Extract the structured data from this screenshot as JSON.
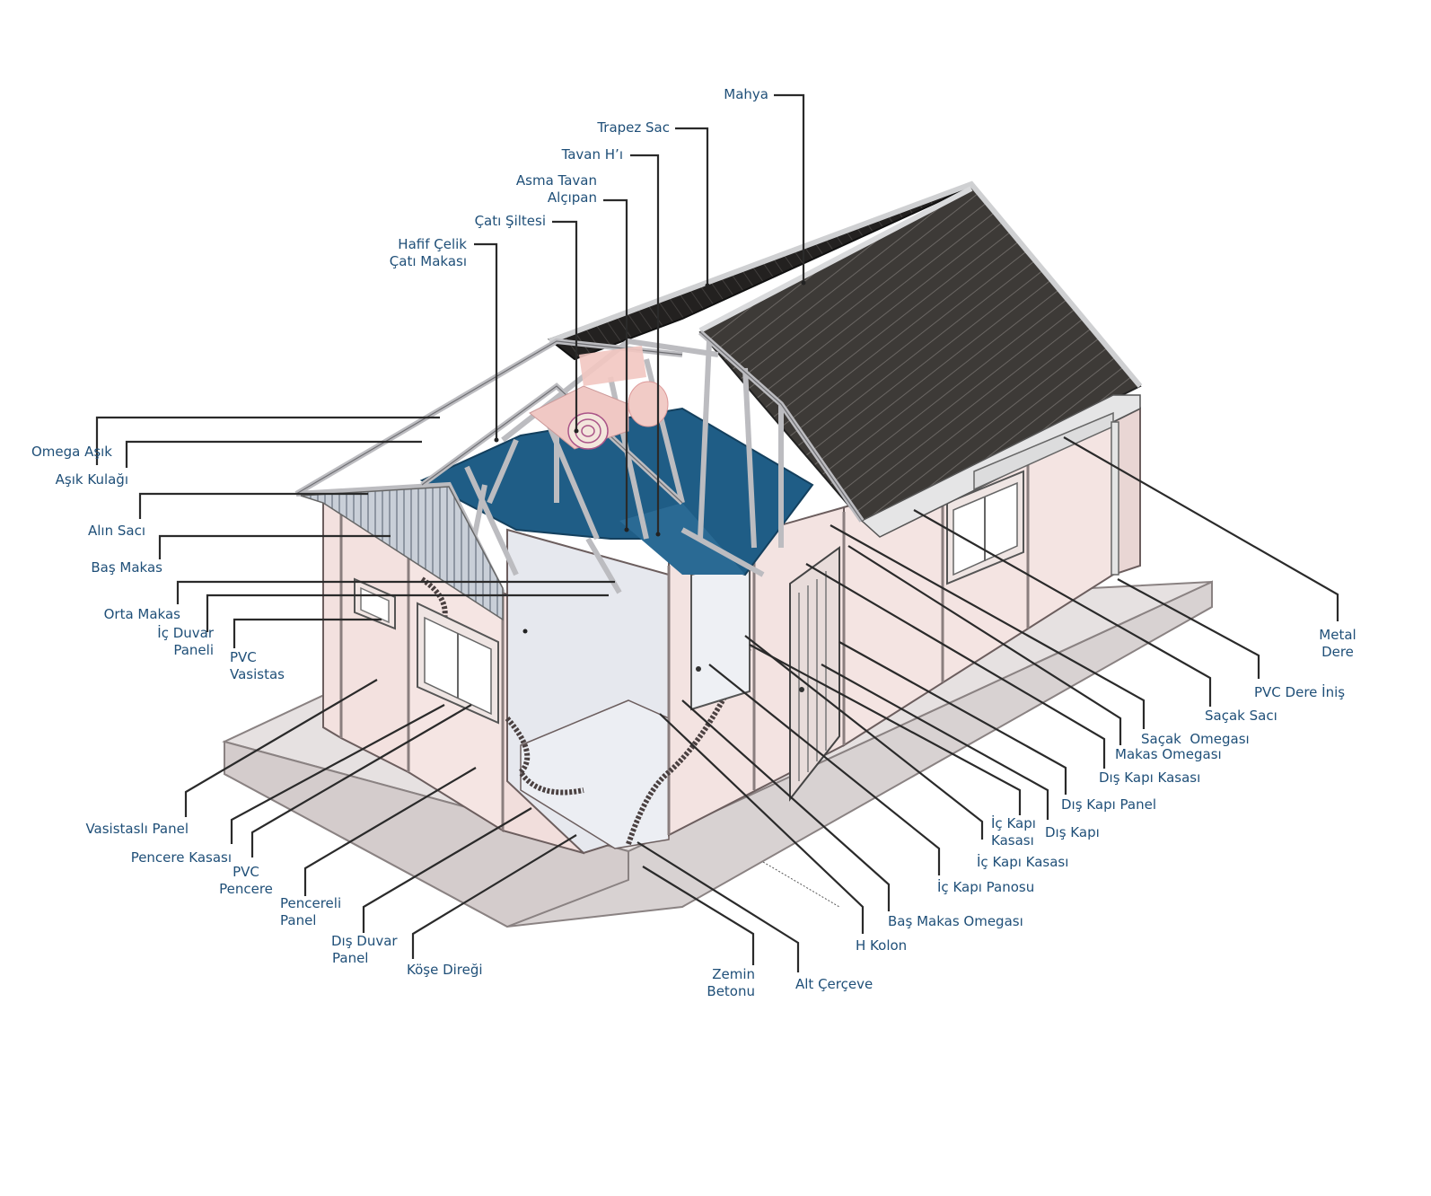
{
  "labels": {
    "mahya": "Mahya",
    "trapez_sac": "Trapez Sac",
    "tavan_h": "Tavan H’ı",
    "asma_tavan_1": "Asma Tavan",
    "asma_tavan_2": "Alçıpan",
    "cati_siltesi": "Çatı Şiltesi",
    "hafif_celik_1": "Hafif Çelik",
    "hafif_celik_2": "Çatı Makası",
    "omega_asik": "Omega Aşık",
    "asik_kulagi": "Aşık Kulağı",
    "alin_saci": "Alın Sacı",
    "bas_makas": "Baş Makas",
    "orta_makas": "Orta Makas",
    "ic_duvar_1": "İç  Duvar",
    "ic_duvar_2": "Paneli",
    "pvc_vasistas_1": "PVC",
    "pvc_vasistas_2": "Vasistas",
    "vasistasli_panel": "Vasistaslı Panel",
    "pencere_kasasi": "Pencere Kasası",
    "pvc_pencere_1": "PVC",
    "pvc_pencere_2": "Pencere",
    "pencereli_panel_1": "Pencereli",
    "pencereli_panel_2": "Panel",
    "dis_duvar_1": "Dış Duvar",
    "dis_duvar_2": "Panel",
    "kose_diregi": "Köşe Direği",
    "zemin_1": "Zemin",
    "zemin_2": "Betonu",
    "alt_cerceve": "Alt Çerçeve",
    "h_kolon": "H Kolon",
    "bas_makas_omegasi": "Baş Makas Omegası",
    "ic_kapi_panosu": "İç Kapı Panosu",
    "ic_kapi_kasasi": "İç Kapı Kasası",
    "ic_kapi_k_1": "İç Kapı",
    "ic_kapi_k_2": "Kasası",
    "dis_kapi": "Dış Kapı",
    "dis_kapi_panel": "Dış Kapı Panel",
    "dis_kapi_kasasi": "Dış Kapı Kasası",
    "makas_omegasi": "Makas Omegası",
    "sacak_omegasi": "Saçak  Omegası",
    "sacak_saci": "Saçak Sacı",
    "pvc_dere_inis": "PVC Dere İniş",
    "metal_dere_1": "Metal",
    "metal_dere_2": "Dere"
  },
  "colors": {
    "label": "#1f4f78",
    "leader": "#2a2a2a",
    "roof": "#3b3835",
    "ceiling": "#1f5d86",
    "wall": "#f3e3e1",
    "floor_slab": "#e2dcdc",
    "frame": "#d9d7d7",
    "insulation": "#f0c8c4"
  }
}
